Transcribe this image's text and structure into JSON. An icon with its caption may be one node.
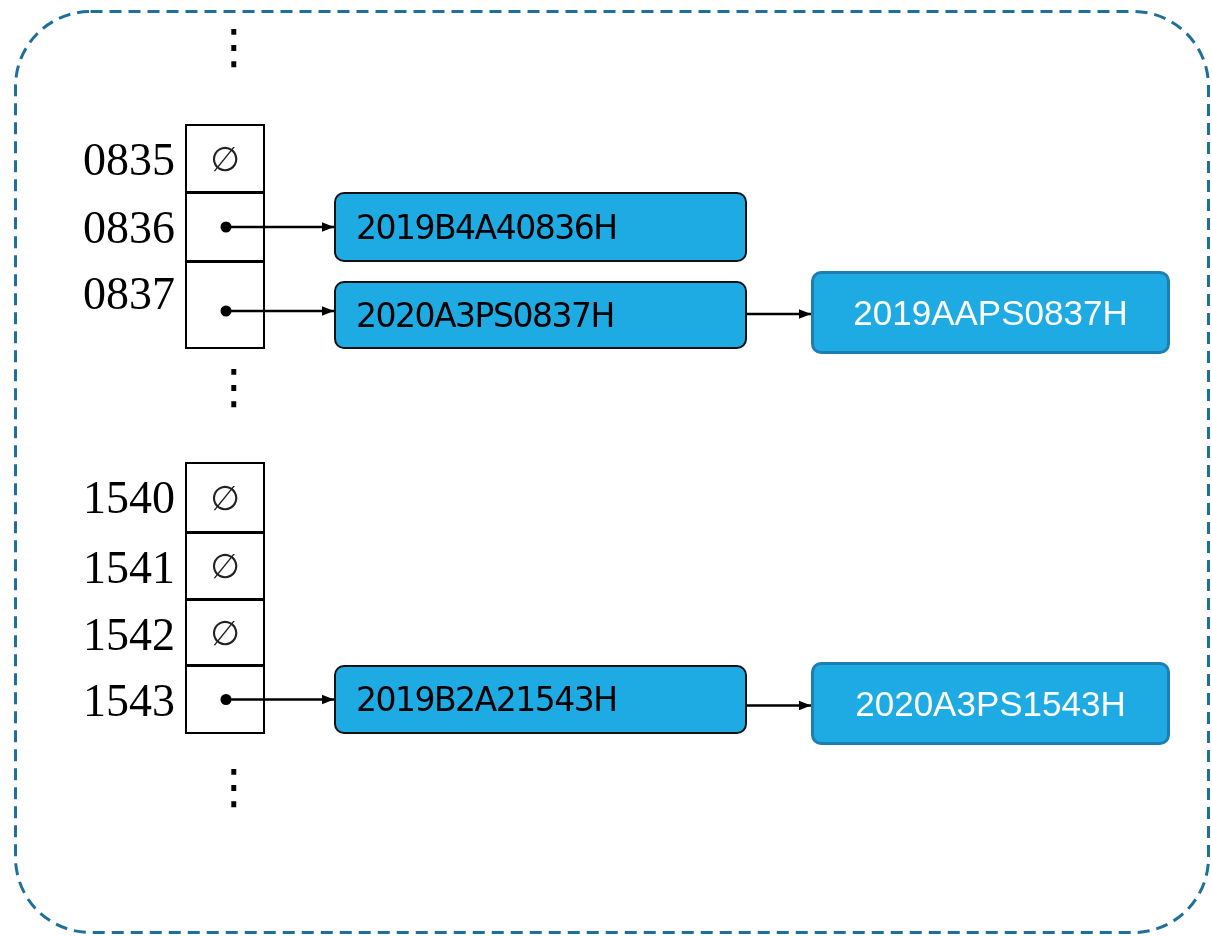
{
  "diagram": {
    "nodes": [
      {
        "text": [],
        "shape": "box"
      },
      {
        "text": [
          "∅"
        ],
        "beside": [
          "0835"
        ],
        "in": 0
      },
      {
        "text": [],
        "shape": "box",
        "beside": [
          "0836"
        ],
        "in": 0
      },
      {
        "text": [],
        "shape": "box",
        "beside": [
          "0837"
        ],
        "in": 0
      },
      {
        "text": [
          "∅"
        ],
        "beside": [
          "1540"
        ],
        "in": 0
      },
      {
        "text": [
          "∅"
        ],
        "beside": [
          "1541"
        ],
        "in": 0
      },
      {
        "text": [
          "∅"
        ],
        "beside": [
          "1542"
        ],
        "in": 0
      },
      {
        "text": [],
        "shape": "box",
        "beside": [
          "1543"
        ],
        "in": 0
      },
      {
        "text": [
          "2019B4A40836H"
        ],
        "in": 0
      },
      {
        "text": [
          "2020A3PS0837H"
        ],
        "in": 0
      },
      {
        "text": [
          "2019AAPS0837H"
        ],
        "in": 0
      },
      {
        "text": [
          "2019B2A21543H"
        ],
        "in": 0
      },
      {
        "text": [
          "2020A3PS1543H"
        ],
        "in": 0
      }
    ],
    "edges": [
      {
        "from": 2,
        "to": 8,
        "arrow": "to"
      },
      {
        "from": 3,
        "to": 9,
        "arrow": "to"
      },
      {
        "from": 9,
        "to": 10,
        "arrow": "to"
      },
      {
        "from": 7,
        "to": 11,
        "arrow": "to"
      },
      {
        "from": 11,
        "to": 12,
        "arrow": "to"
      }
    ],
    "labels": [
      "⋮",
      "⋮",
      "⋮"
    ]
  }
}
